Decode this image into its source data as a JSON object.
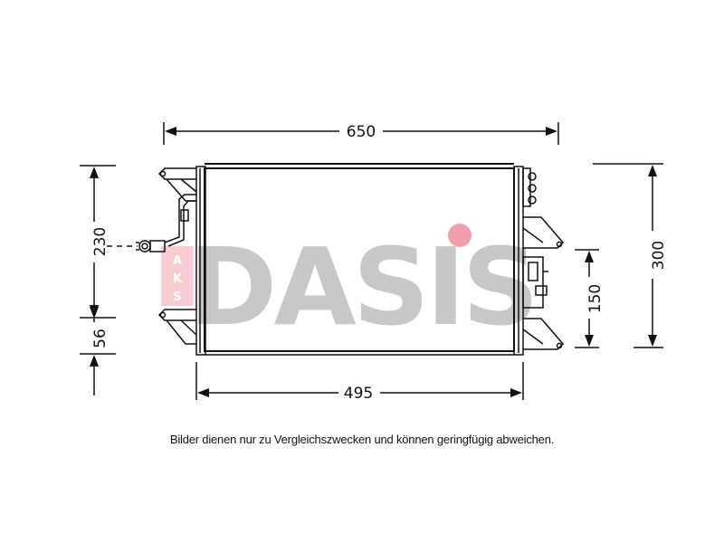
{
  "dimensions": {
    "top_width": "650",
    "bottom_width": "495",
    "left_height": "230",
    "left_offset": "56",
    "right_height": "300",
    "right_mid_height": "150"
  },
  "watermark": {
    "brand": "DASIS",
    "vertical": "AKS",
    "color": "#e8556a"
  },
  "caption": "Bilder dienen nur zu Vergleichszwecken und können geringfügig abweichen."
}
